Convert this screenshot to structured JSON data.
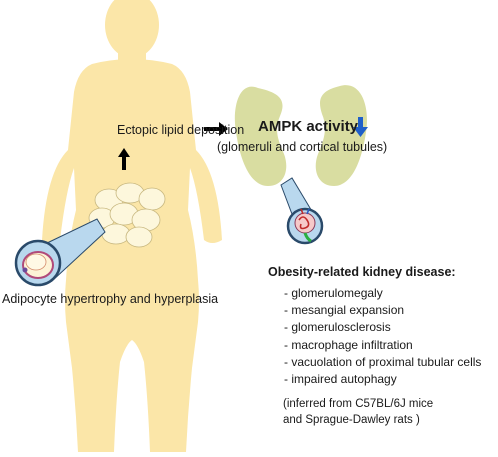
{
  "labels": {
    "ectopic": "Ectopic lipid deposition",
    "ampk_title": "AMPK activity",
    "ampk_sub": "(glomeruli and cortical tubules)",
    "adipocyte": "Adipocyte hypertrophy and hyperplasia",
    "orkd_title": "Obesity-related kidney disease:",
    "note_line1": "(inferred from C57BL/6J mice",
    "note_line2": "and Sprague-Dawley rats )"
  },
  "findings": [
    "- glomerulomegaly",
    "- mesangial expansion",
    "- glomerulosclerosis",
    "- macrophage infiltration",
    "- vacuolation of proximal tubular cells",
    "- impaired autophagy"
  ],
  "icons": {
    "down_arrow": "down-arrow-icon",
    "right_arrow": "right-arrow-icon",
    "up_arrow": "up-arrow-icon"
  },
  "colors": {
    "body_silhouette": "#FBE6A8",
    "kidney": "#D9DDA1",
    "magnifier_lens": "#B9D8EE",
    "magnifier_rim": "#2A4A6A",
    "decrease_arrow": "#1F5FC8",
    "adipocyte": "#FDF7DC"
  }
}
